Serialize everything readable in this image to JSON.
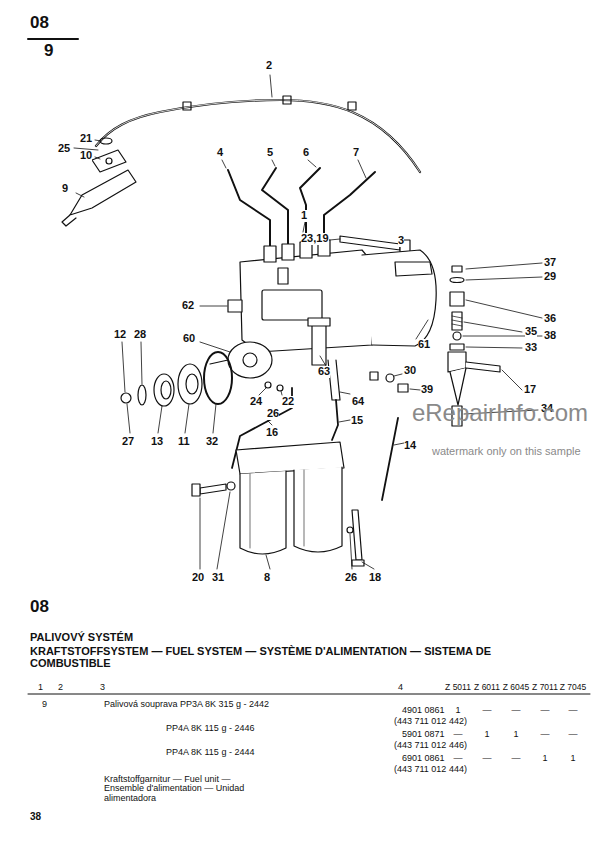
{
  "diagram": {
    "title": "PALIVOVÝ SYSTÉM",
    "labels": [
      "08",
      "9",
      "2",
      "21",
      "25",
      "10",
      "9",
      "4",
      "5",
      "6",
      "7",
      "1",
      "23,19",
      "3",
      "37",
      "29",
      "36",
      "35",
      "38",
      "33",
      "62",
      "12",
      "28",
      "60",
      "63",
      "61",
      "30",
      "39",
      "17",
      "64",
      "34",
      "27",
      "13",
      "11",
      "32",
      "24",
      "22",
      "26",
      "16",
      "15",
      "14",
      "20",
      "31",
      "8",
      "26",
      "18",
      "eRepairInfo.com",
      "watermark only on this sample",
      "08",
      "KRAFTSTOFFSYSTEM — FUEL SYSTEM — SYSTÈME D'ALIMENTATION — SISTEMA DE COMBUSTIBLE",
      "1",
      "2",
      "3",
      "4",
      "Z 5011",
      "Z 6011",
      "Z 6045",
      "Z 7011",
      "Z 7045",
      "9",
      "Palivová souprava PP3A 8K 315 g - 2442",
      "4901 0861",
      "(443 711 012 442)",
      "1",
      "—",
      "—",
      "—",
      "—",
      "PP4A 8K 115 g - 2446",
      "5901 0871",
      "(443 711 012 446)",
      "—",
      "1",
      "1",
      "—",
      "—",
      "PP4A 8K 115 g - 2444",
      "6901 0861",
      "(443 711 012 444)",
      "—",
      "—",
      "—",
      "1",
      "1",
      "Kraftstoffgarnitur — Fuel unit — Ensemble d'alimentation — Unidad alimentadora",
      "38"
    ]
  }
}
